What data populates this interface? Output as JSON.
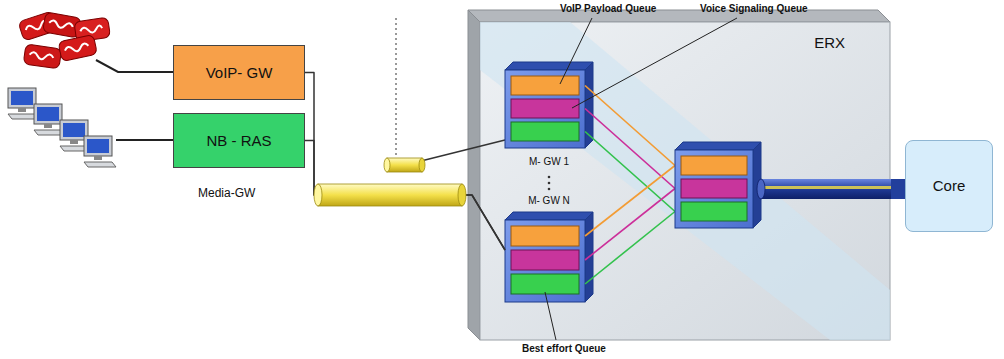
{
  "diagram": {
    "nodes": [
      {
        "text": [
          "VoIP- GW"
        ]
      },
      {
        "text": [
          "NB - RAS"
        ]
      },
      {
        "text": [
          "ERX"
        ]
      },
      {
        "text": [
          "M- GW 1"
        ],
        "in": 2
      },
      {
        "text": [
          "M- GW N"
        ],
        "in": 2
      },
      {
        "text": [
          "Core"
        ]
      }
    ],
    "edges": [
      {
        "from": 0,
        "to": 4,
        "arrow": "none"
      },
      {
        "from": 1,
        "to": 4,
        "arrow": "none"
      },
      {
        "from": 2,
        "to": 5,
        "arrow": "none"
      }
    ],
    "labels": [
      "VoIP Payload Queue",
      "Voice Signaling Queue",
      "Media-GW",
      "Best effort Queue"
    ]
  }
}
